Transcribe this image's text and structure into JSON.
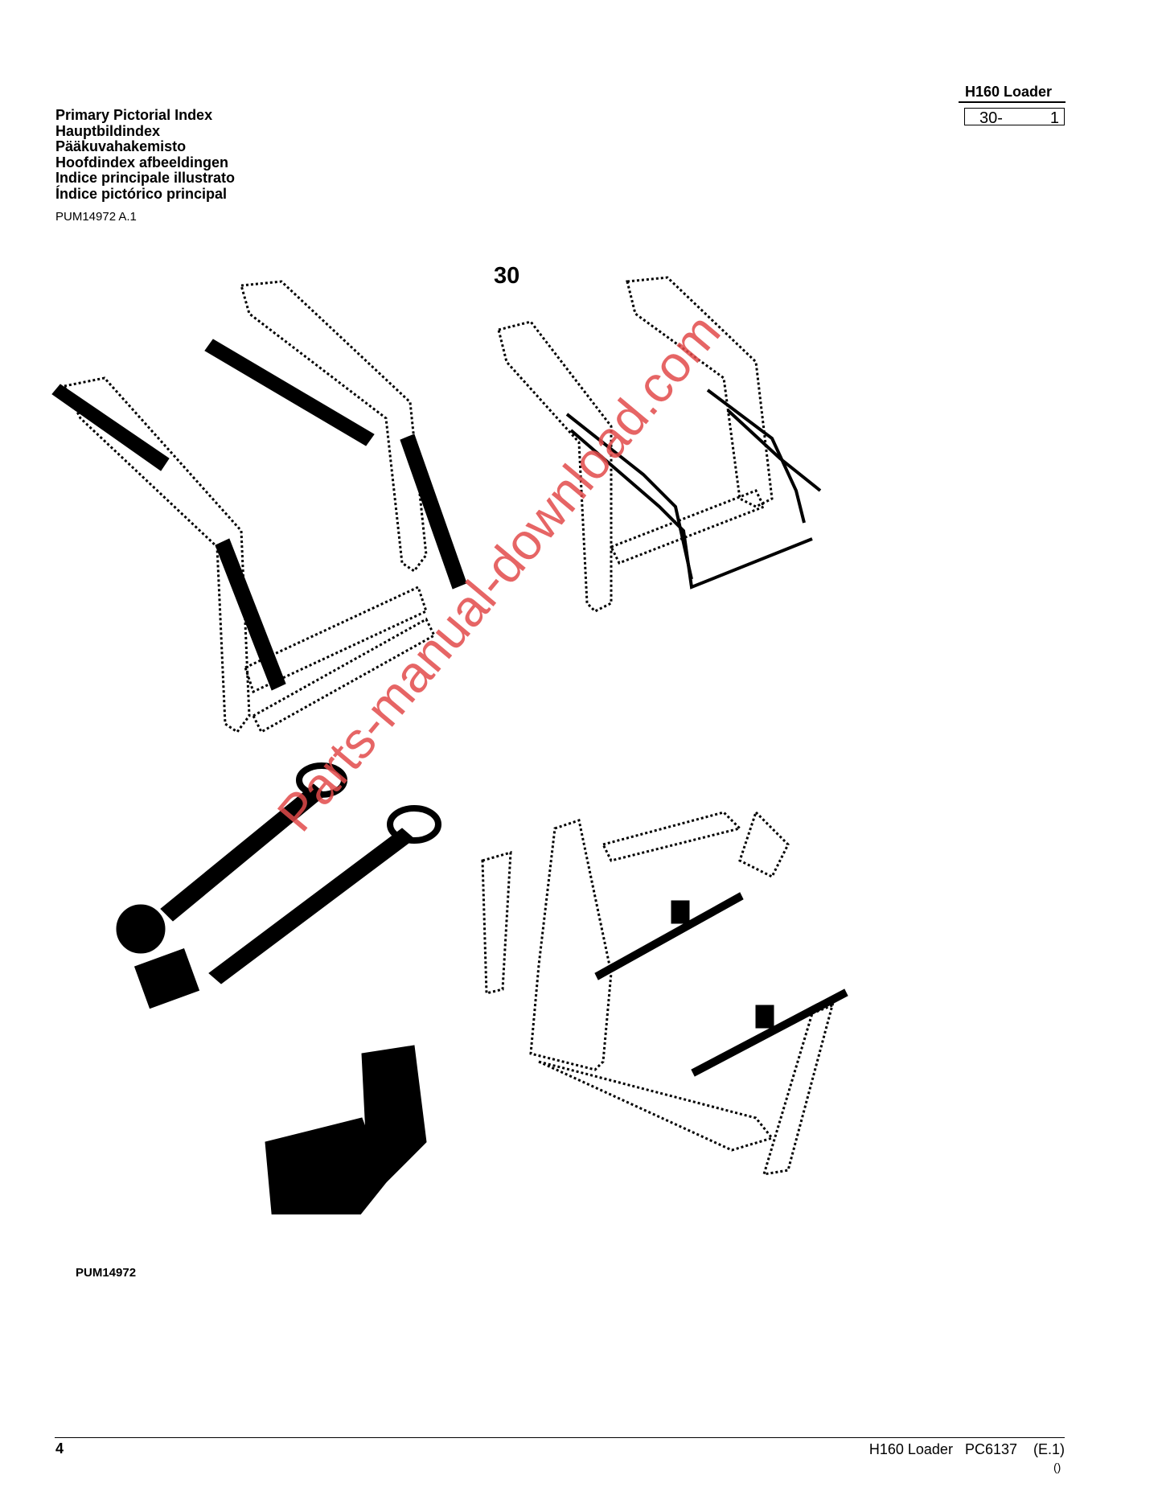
{
  "header": {
    "model": "H160  Loader",
    "page_ref_section": "30-",
    "page_ref_page": "1"
  },
  "titles": [
    "Primary Pictorial Index",
    "Hauptbildindex",
    "Pääkuvahakemisto",
    "Hoofdindex afbeeldingen",
    "Indice principale illustrato",
    "Índice pictórico principal"
  ],
  "doc_code": "PUM14972 A.1",
  "group_number": "30",
  "figure_id": "PUM14972",
  "watermark": "Parts-manual-download.com",
  "footer": {
    "page_number": "4",
    "info": "H160 Loader   PC6137    (E.1)",
    "note": "()"
  }
}
